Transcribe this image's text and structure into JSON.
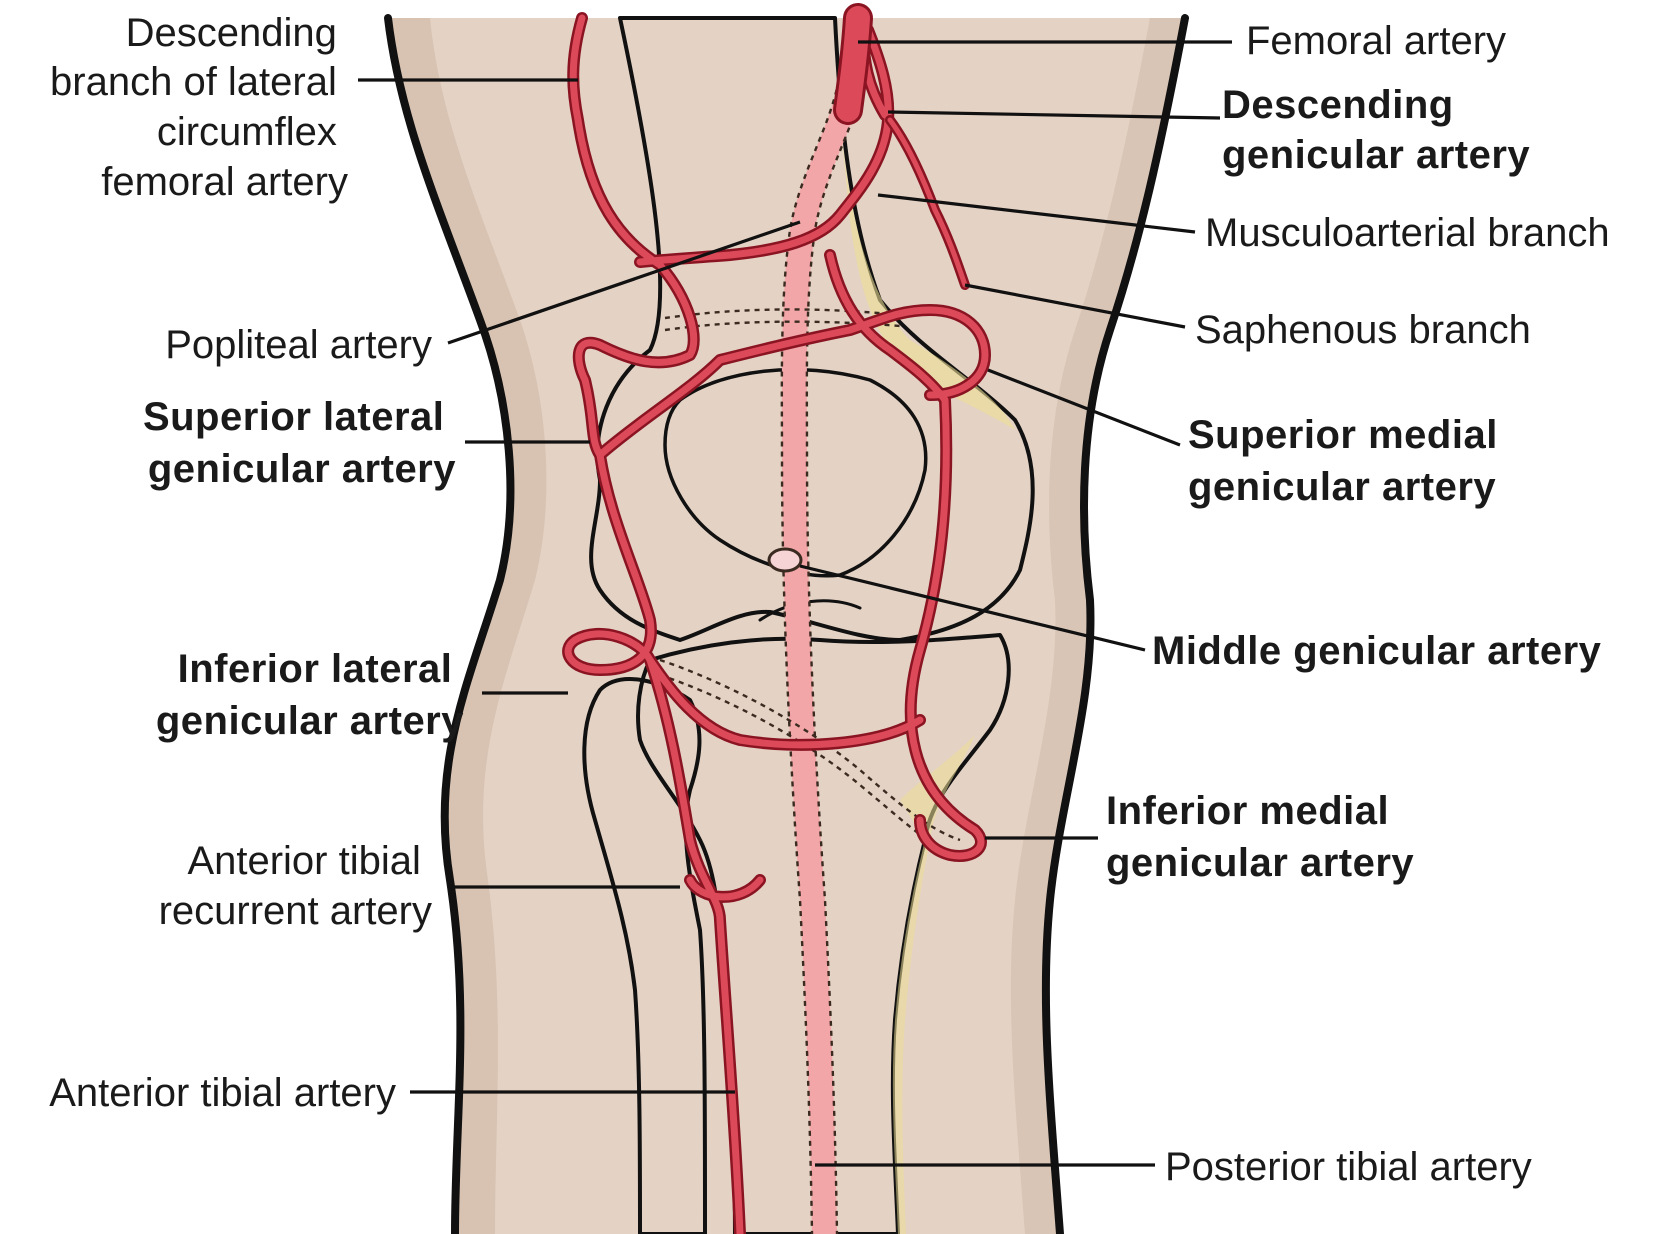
{
  "colors": {
    "skin": "#e4d2c4",
    "skin_shadow": "#cdb6a4",
    "bone": "#f8efb4",
    "bone_shade": "#ecdf96",
    "artery": "#dc4a5a",
    "artery_dark": "#8a1422",
    "posterior_vessel": "#f2a6a8",
    "outline": "#111111"
  },
  "labels": {
    "descending_lateral_circumflex": [
      "Descending",
      "branch of lateral",
      "circumflex",
      "femoral artery"
    ],
    "femoral_artery": "Femoral artery",
    "descending_genicular": [
      "Descending",
      "genicular  artery"
    ],
    "musculoarterial_branch": "Musculoarterial branch",
    "saphenous_branch": "Saphenous branch",
    "popliteal_artery": "Popliteal artery",
    "superior_lateral_genicular": [
      "Superior  lateral",
      "genicular  artery"
    ],
    "superior_medial_genicular": [
      "Superior  medial",
      "genicular  artery"
    ],
    "middle_genicular": "Middle  genicular  artery",
    "inferior_lateral_genicular": [
      "Inferior  lateral",
      "genicular  artery"
    ],
    "inferior_medial_genicular": [
      "Inferior  medial",
      "genicular  artery"
    ],
    "anterior_tibial_recurrent": [
      "Anterior tibial",
      "recurrent artery"
    ],
    "anterior_tibial_artery": "Anterior tibial artery",
    "posterior_tibial_artery": "Posterior tibial artery"
  }
}
